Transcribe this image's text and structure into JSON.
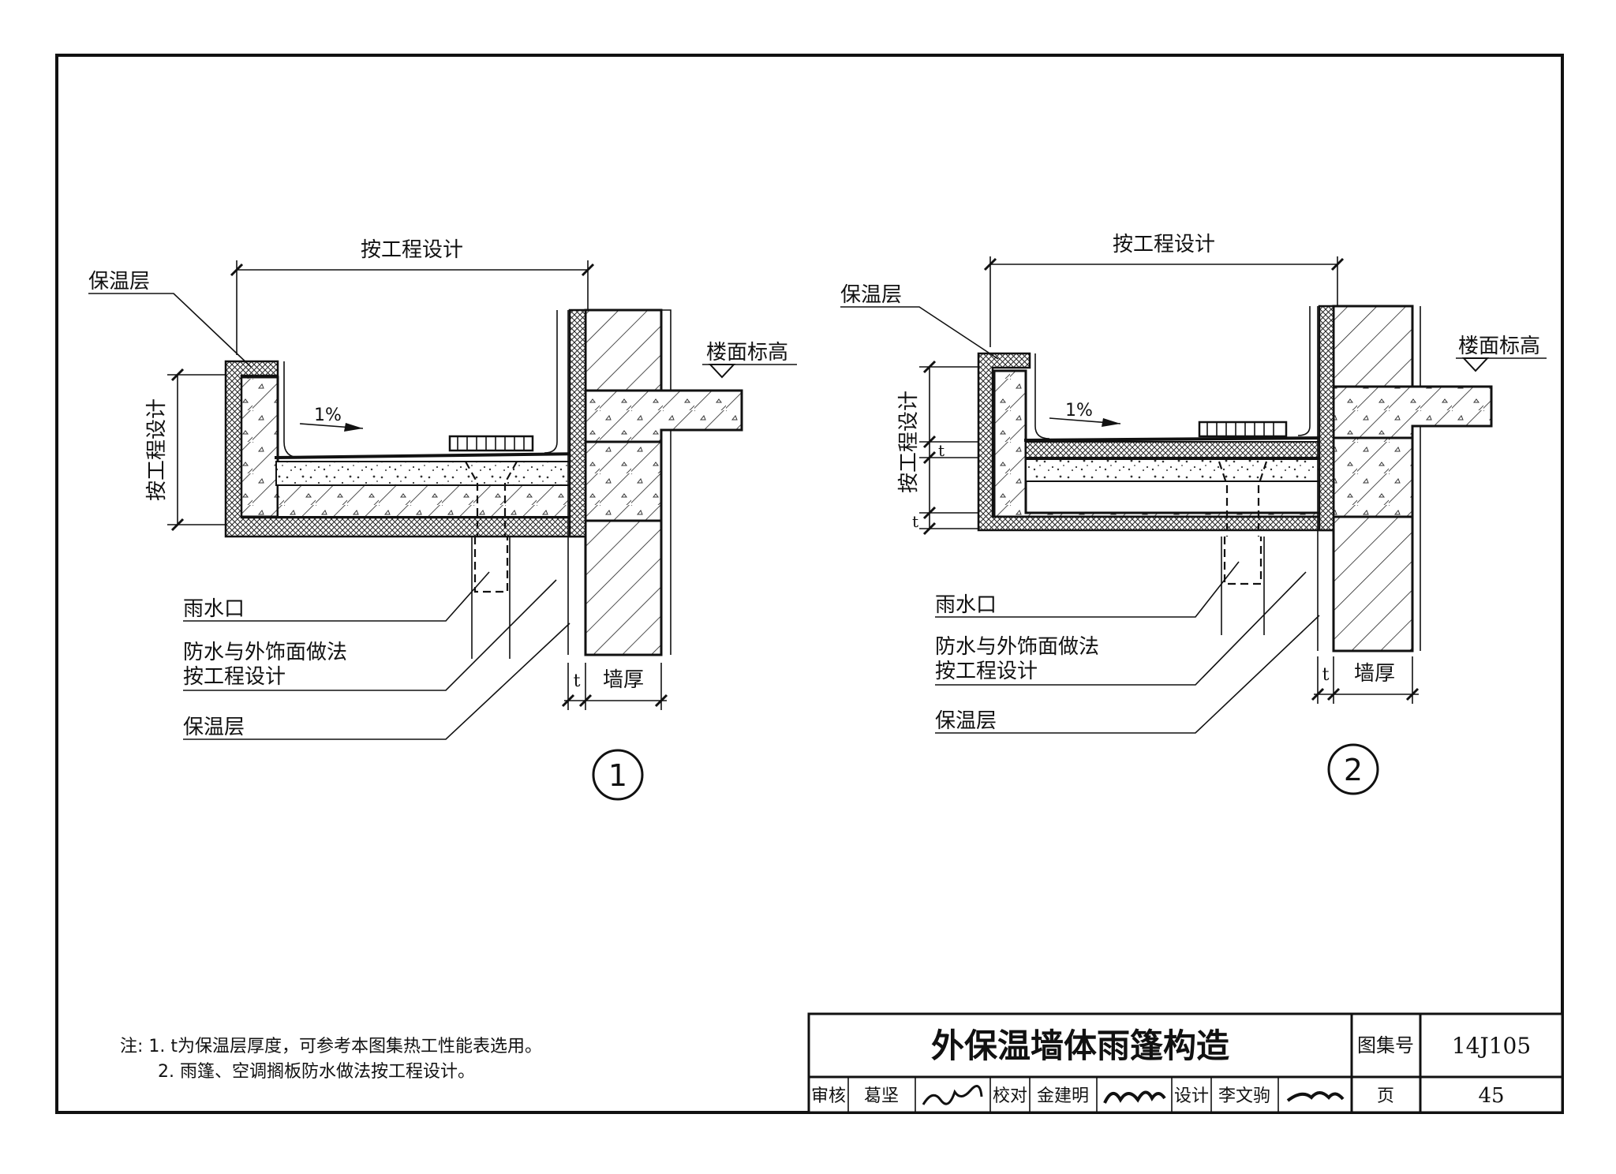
{
  "detail1": {
    "top_dim": "按工程设计",
    "side_dim": "按工程设计",
    "insulation_top": "保温层",
    "floor_elev": "楼面标高",
    "slope": "1%",
    "drain": "雨水口",
    "waterproof_line1": "防水与外饰面做法",
    "waterproof_line2": "按工程设计",
    "insulation_bottom": "保温层",
    "t": "t",
    "wall": "墙厚",
    "number": "1"
  },
  "detail2": {
    "top_dim": "按工程设计",
    "side_dim": "按工程设计",
    "insulation_top": "保温层",
    "floor_elev": "楼面标高",
    "slope": "1%",
    "t_upper": "t",
    "t_lower": "t",
    "drain": "雨水口",
    "waterproof_line1": "防水与外饰面做法",
    "waterproof_line2": "按工程设计",
    "insulation_bottom": "保温层",
    "t": "t",
    "wall": "墙厚",
    "number": "2"
  },
  "notes": {
    "line1": "注: 1. t为保温层厚度，可参考本图集热工性能表选用。",
    "line2": "2. 雨篷、空调搁板防水做法按工程设计。"
  },
  "title_block": {
    "title": "外保温墙体雨篷构造",
    "atlas_label": "图集号",
    "atlas_no": "14J105",
    "review_label": "审核",
    "reviewer": "葛坚",
    "check_label": "校对",
    "checker": "金建明",
    "design_label": "设计",
    "designer": "李文驹",
    "page_label": "页",
    "page_no": "45"
  }
}
